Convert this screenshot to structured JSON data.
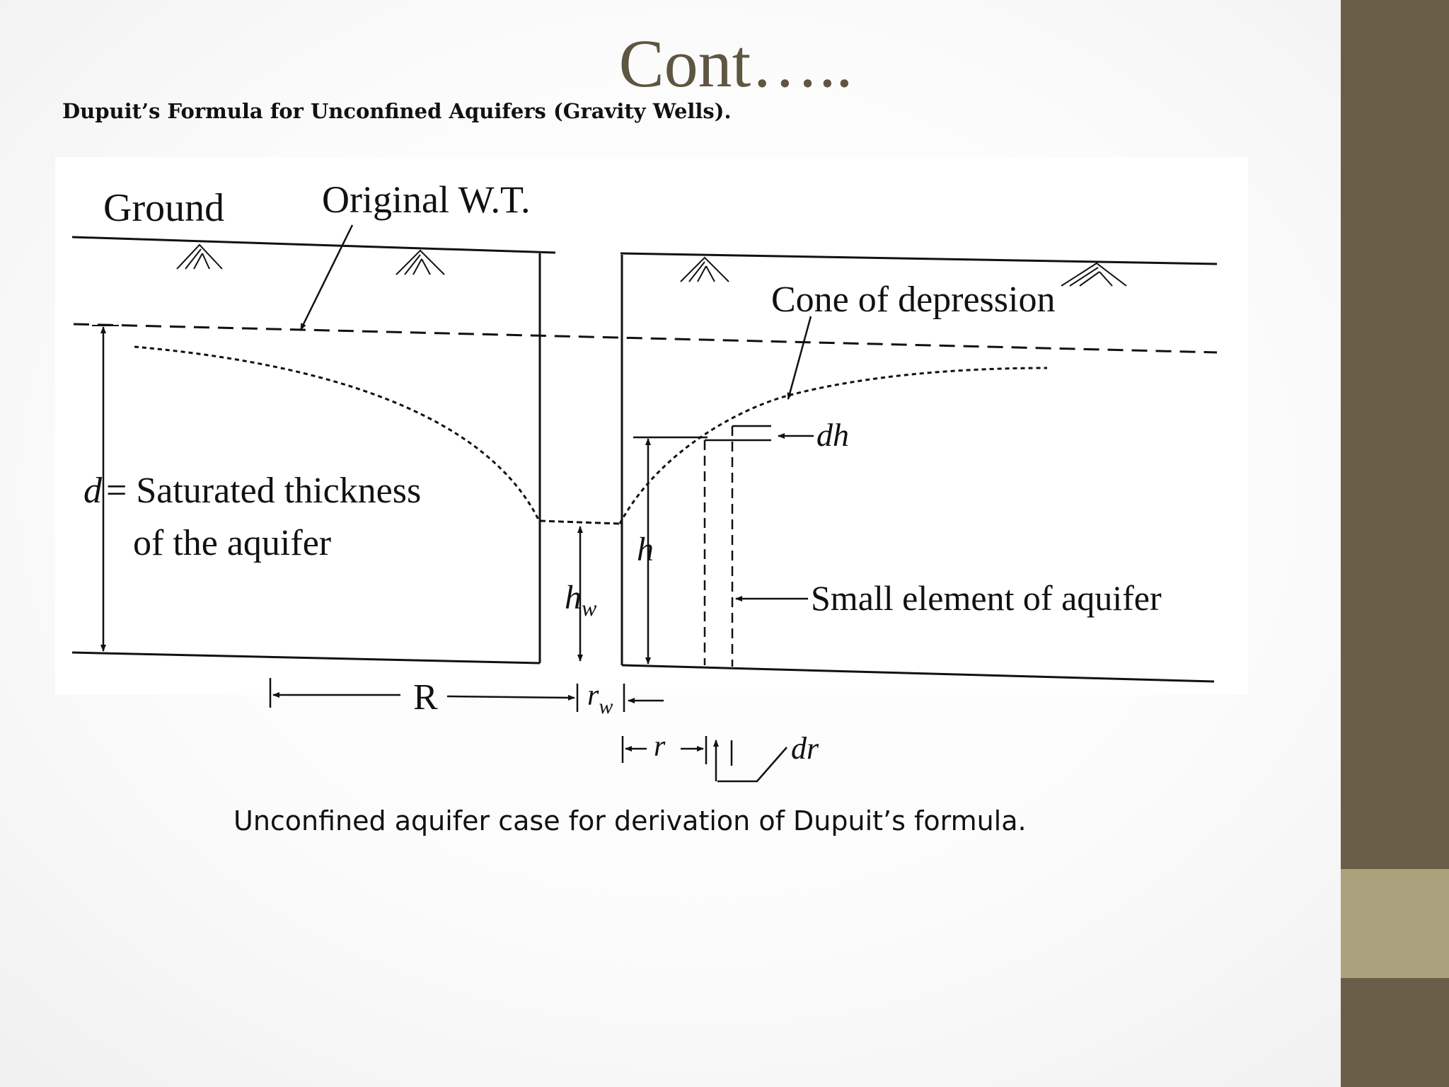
{
  "title": "Cont…..",
  "subheading": "Dupuit’s Formula for Unconfined Aquifers (Gravity Wells).",
  "labels": {
    "ground": "Ground",
    "original_wt": "Original W.T.",
    "cone": "Cone of depression",
    "dh": "dh",
    "d_symbol": "d",
    "d_rest": "= Saturated thickness",
    "d_line2": "of the aquifer",
    "h": "h",
    "hw_h": "h",
    "hw_sub": "w",
    "small_element": "Small element of aquifer",
    "R": "R",
    "rw_r": "r",
    "rw_sub": "w",
    "r": "r",
    "dr": "dr"
  },
  "caption": "Unconfined aquifer case for derivation of Dupuit’s formula.",
  "colors": {
    "title": "#5e5641",
    "sidebar": "#6b5e48",
    "accent": "#a9a27d",
    "ink": "#111111"
  }
}
